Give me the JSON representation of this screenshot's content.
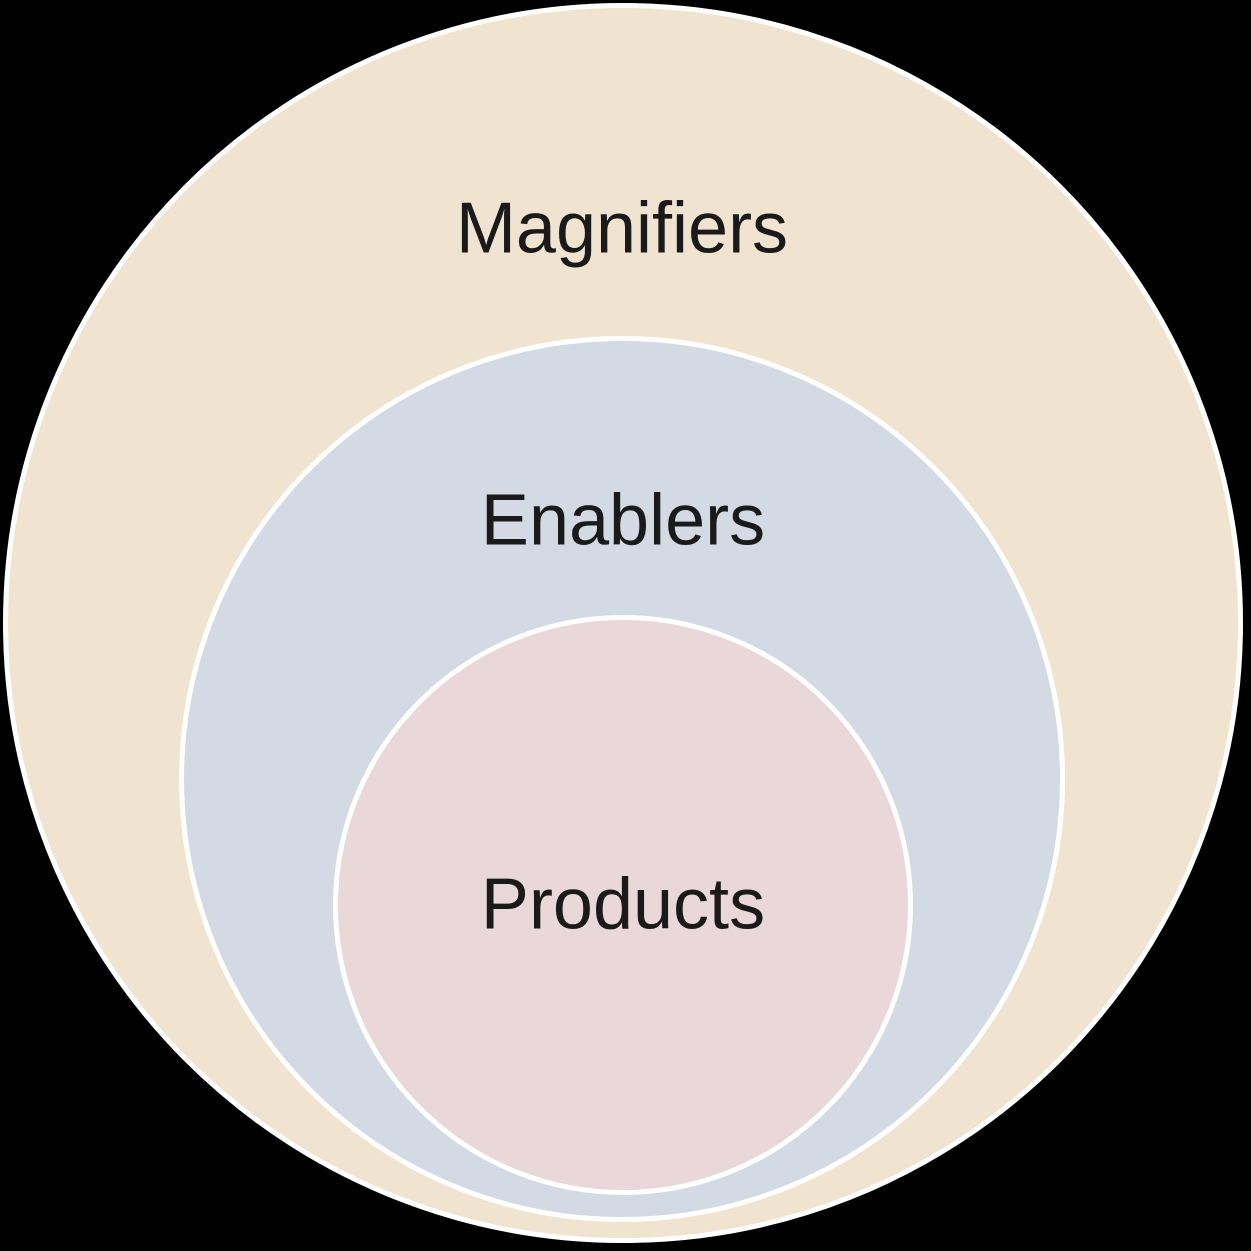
{
  "diagram": {
    "type": "nested-circles",
    "background_color": "#000000",
    "ring_stroke_color": "#ffffff",
    "label_color": "#1a1a1a",
    "rings": [
      {
        "id": "magnifiers",
        "label": "Magnifiers",
        "fill": "#f0e4d1"
      },
      {
        "id": "enablers",
        "label": "Enablers",
        "fill": "#d4dae3"
      },
      {
        "id": "products",
        "label": "Products",
        "fill": "#ead7d9"
      }
    ]
  }
}
